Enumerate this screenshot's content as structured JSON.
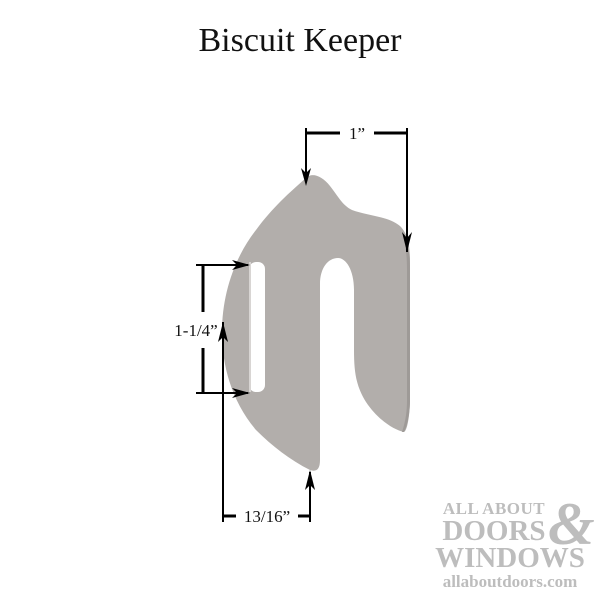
{
  "title": "Biscuit Keeper",
  "part": {
    "color": "#b2aeab",
    "shadow_color": "#9e9a97"
  },
  "dimensions": {
    "width_top": "1”",
    "slot_height": "1-1/4”",
    "bottom_offset": "13/16”"
  },
  "logo": {
    "line1": "ALL ABOUT",
    "line2": "DOORS",
    "ampersand": "&",
    "line3": "WINDOWS",
    "url": "allaboutdoors.com",
    "color": "#bdbdbd"
  }
}
